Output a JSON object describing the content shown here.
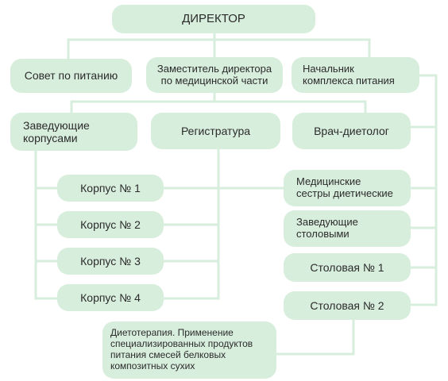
{
  "nodes": {
    "director": "ДИРЕКТОР",
    "nutrition_council": "Совет по питанию",
    "deputy_director": "Заместитель директора\nпо медицинской части",
    "food_complex_head": "Начальник\nкомплекса питания",
    "building_heads": "Заведующие\nкорпусами",
    "registry": "Регистратура",
    "dietitian": "Врач-диетолог",
    "building_1": "Корпус № 1",
    "building_2": "Корпус № 2",
    "building_3": "Корпус № 3",
    "building_4": "Корпус № 4",
    "diet_nurses": "Медицинские\nсестры диетические",
    "canteen_heads": "Заведующие\nстоловыми",
    "canteen_1": "Столовая № 1",
    "canteen_2": "Столовая № 2",
    "diet_therapy": "Диетотерапия. Применение\nспециализированных продуктов\nпитания смесей белковых\nкомпозитных сухих"
  },
  "colors": {
    "box_fill": "#d8eedd",
    "connector": "#d8eedd",
    "text": "#2b2b2b"
  }
}
